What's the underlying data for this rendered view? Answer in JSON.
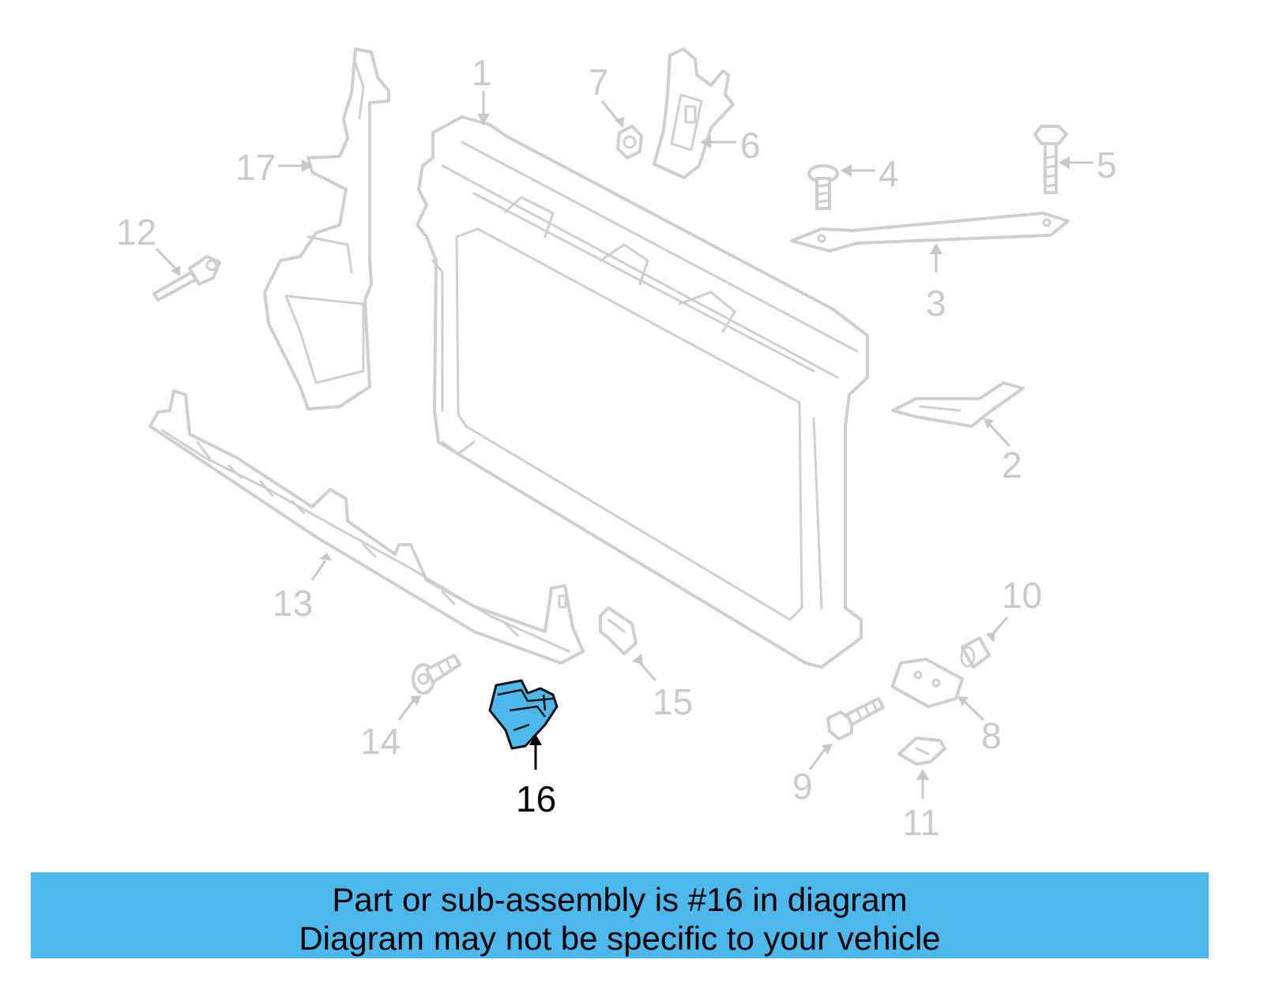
{
  "diagram": {
    "highlighted_part": "16",
    "parts": [
      {
        "number": "1"
      },
      {
        "number": "2"
      },
      {
        "number": "3"
      },
      {
        "number": "4"
      },
      {
        "number": "5"
      },
      {
        "number": "6"
      },
      {
        "number": "7"
      },
      {
        "number": "8"
      },
      {
        "number": "9"
      },
      {
        "number": "10"
      },
      {
        "number": "11"
      },
      {
        "number": "12"
      },
      {
        "number": "13"
      },
      {
        "number": "14"
      },
      {
        "number": "15"
      },
      {
        "number": "16"
      },
      {
        "number": "17"
      }
    ]
  },
  "banner": {
    "line1": "Part or sub-assembly is #16 in diagram",
    "line2": "Diagram may not be specific to your vehicle"
  },
  "colors": {
    "highlight": "#4cb8ec",
    "line_art": "#cfcfcf",
    "label_inactive": "#cacaca",
    "label_active": "#000000"
  }
}
